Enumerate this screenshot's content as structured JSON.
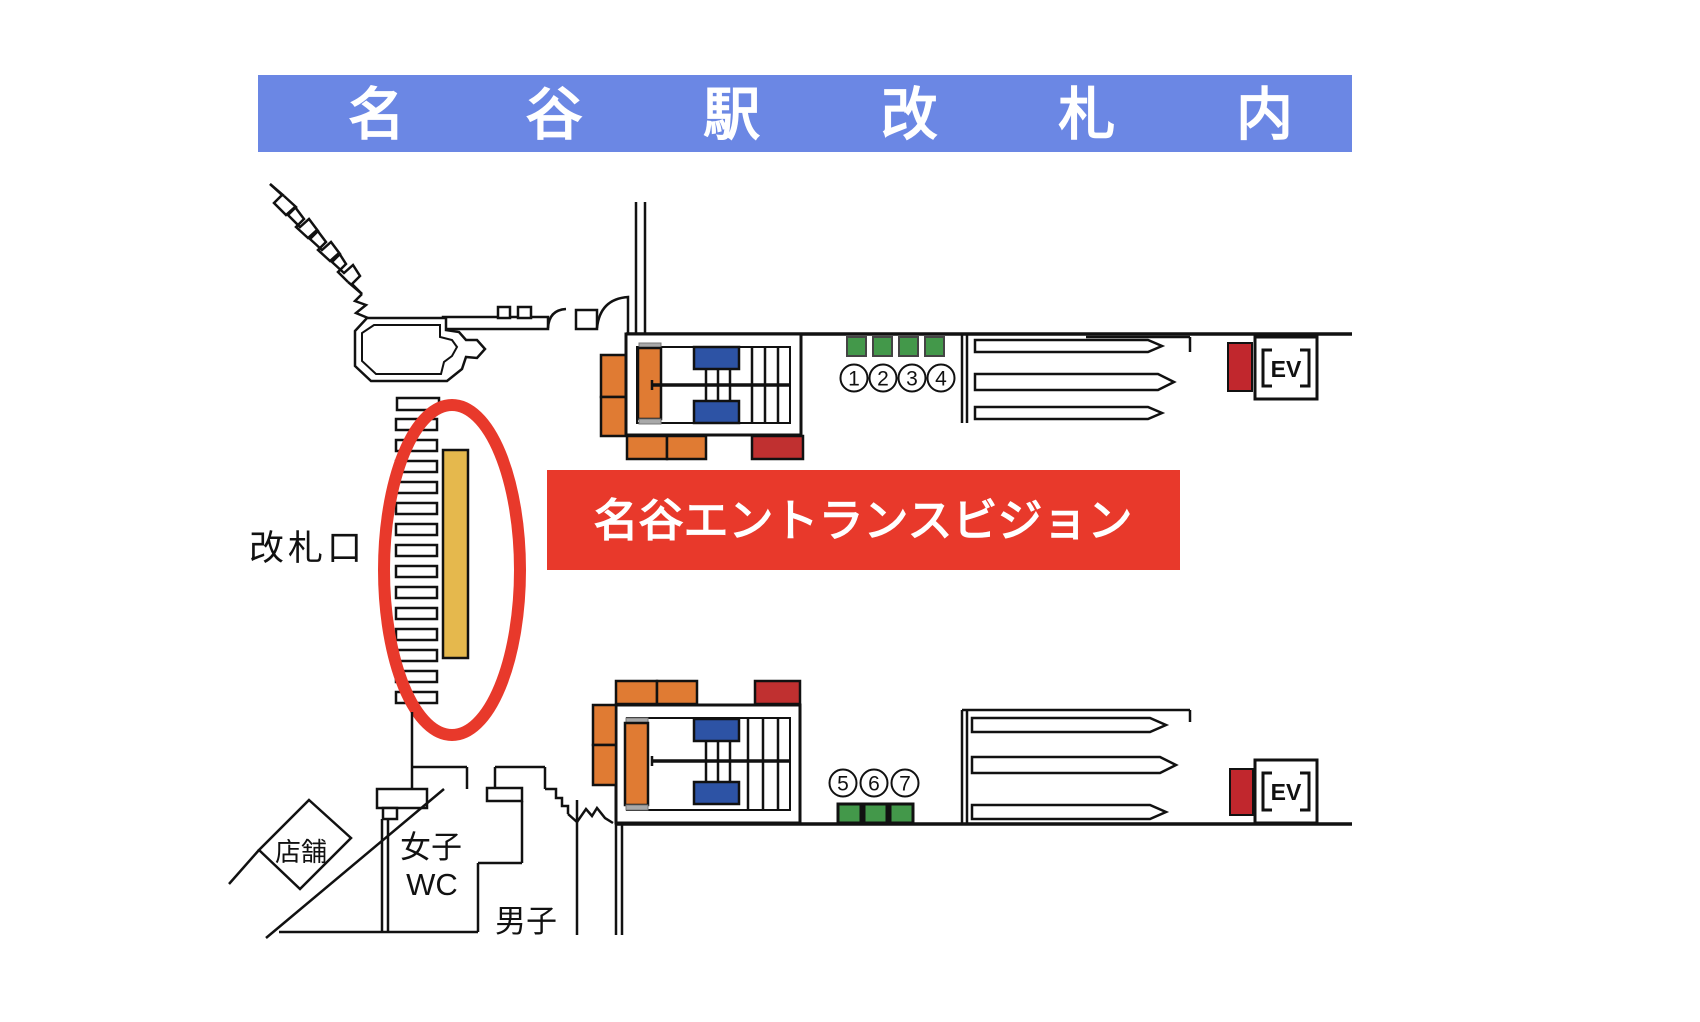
{
  "header": {
    "title": "名谷駅改札内"
  },
  "highlight": {
    "label": "名谷エントランスビジョン"
  },
  "map": {
    "gate_label": "改札口",
    "shop_label": "店舗",
    "womens_label": "女子",
    "womens_wc_label": "WC",
    "mens_label": "男子",
    "elevator_top_label": "EV",
    "elevator_bottom_label": "EV",
    "gate_numbers_top": [
      "1",
      "2",
      "3",
      "4"
    ],
    "gate_numbers_bottom": [
      "5",
      "6",
      "7"
    ]
  },
  "colors": {
    "header_bg": "#6b87e4",
    "highlight_bg": "#e8392b",
    "highlight_ellipse": "#e8392b",
    "vision_screen_gold": "#e5b84d",
    "escalator_orange": "#e07b33",
    "stairs_blue": "#2d53a5",
    "elevator_red": "#c1272d",
    "block_red": "#c03030",
    "gate_green": "#43984a"
  }
}
